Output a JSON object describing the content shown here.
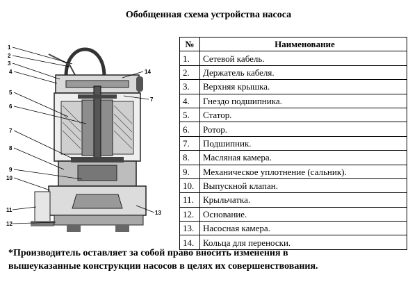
{
  "title": "Обобщенная схема устройства насоса",
  "table": {
    "headers": [
      "№",
      "Наименование"
    ],
    "rows": [
      {
        "num": "1.",
        "name": "Сетевой кабель."
      },
      {
        "num": "2.",
        "name": "Держатель кабеля."
      },
      {
        "num": "3.",
        "name": "Верхняя крышка."
      },
      {
        "num": "4.",
        "name": "Гнездо подшипника."
      },
      {
        "num": "5.",
        "name": "Статор."
      },
      {
        "num": "6.",
        "name": "Ротор."
      },
      {
        "num": "7.",
        "name": "Подшипник."
      },
      {
        "num": "8.",
        "name": "Масляная камера."
      },
      {
        "num": "9.",
        "name": "Механическое уплотнение (сальник)."
      },
      {
        "num": "10.",
        "name": "Выпускной клапан."
      },
      {
        "num": "11.",
        "name": "Крыльчатка."
      },
      {
        "num": "12.",
        "name": "Основание."
      },
      {
        "num": "13.",
        "name": "Насосная камера."
      },
      {
        "num": "14.",
        "name": "Кольца для переноски."
      }
    ]
  },
  "diagram": {
    "callouts": [
      "1",
      "2",
      "3",
      "4",
      "5",
      "6",
      "7",
      "8",
      "9",
      "10",
      "11",
      "12",
      "13",
      "14",
      "7"
    ]
  },
  "footnote": {
    "line1": "*Производитель оставляет за собой право вносить изменения в",
    "line2": "вышеуказанные конструкции насосов в целях их совершенствования."
  }
}
